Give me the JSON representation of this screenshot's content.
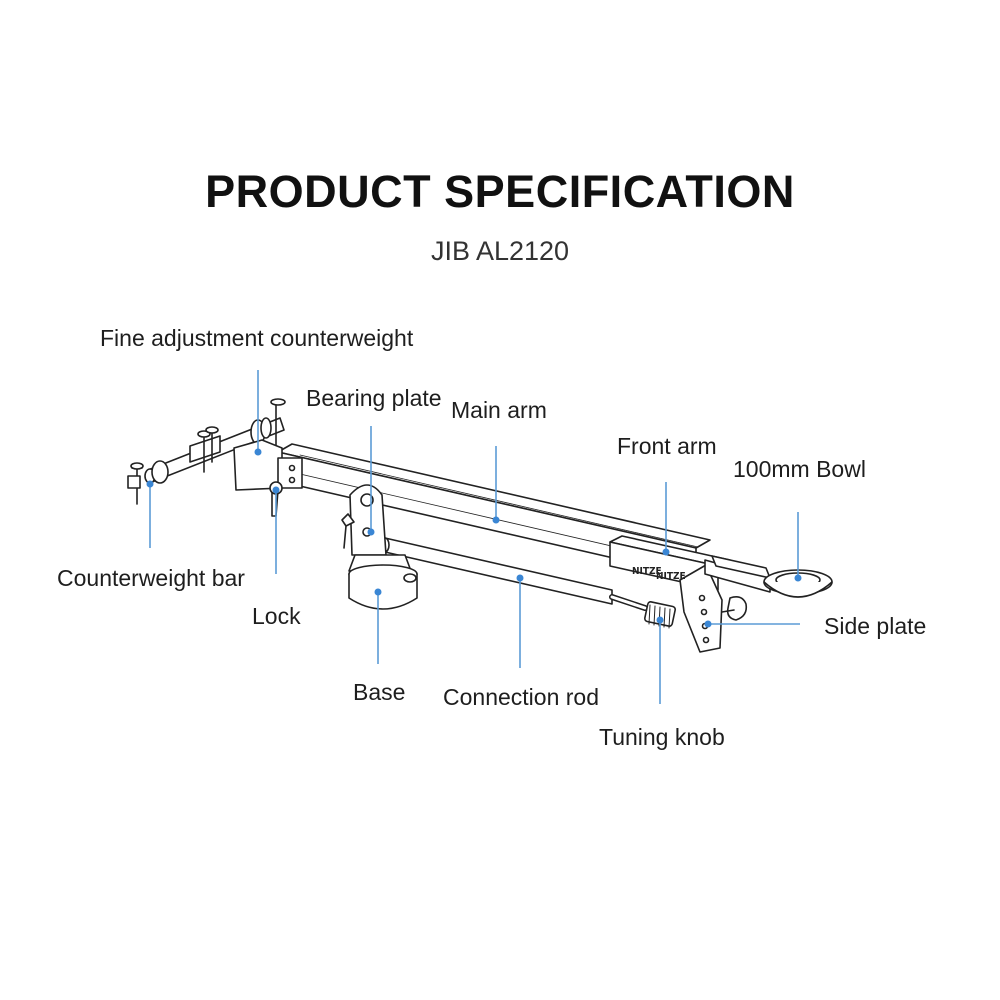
{
  "header": {
    "title": "PRODUCT SPECIFICATION",
    "subtitle": "JIB AL2120"
  },
  "product": {
    "brand_marks": [
      "NITZE",
      "NITZE"
    ]
  },
  "callouts": [
    {
      "id": "fine-adjustment-counterweight",
      "label": "Fine adjustment counterweight"
    },
    {
      "id": "bearing-plate",
      "label": "Bearing plate"
    },
    {
      "id": "main-arm",
      "label": "Main arm"
    },
    {
      "id": "front-arm",
      "label": "Front arm"
    },
    {
      "id": "bowl",
      "label": "100mm Bowl"
    },
    {
      "id": "counterweight-bar",
      "label": "Counterweight bar"
    },
    {
      "id": "lock",
      "label": "Lock"
    },
    {
      "id": "base",
      "label": "Base"
    },
    {
      "id": "connection-rod",
      "label": "Connection rod"
    },
    {
      "id": "side-plate",
      "label": "Side plate"
    },
    {
      "id": "tuning-knob",
      "label": "Tuning knob"
    }
  ],
  "colors": {
    "leader_line": "#5b9bd5",
    "leader_dot": "#3a86d4",
    "outline": "#222222",
    "text": "#1e1e1e"
  }
}
